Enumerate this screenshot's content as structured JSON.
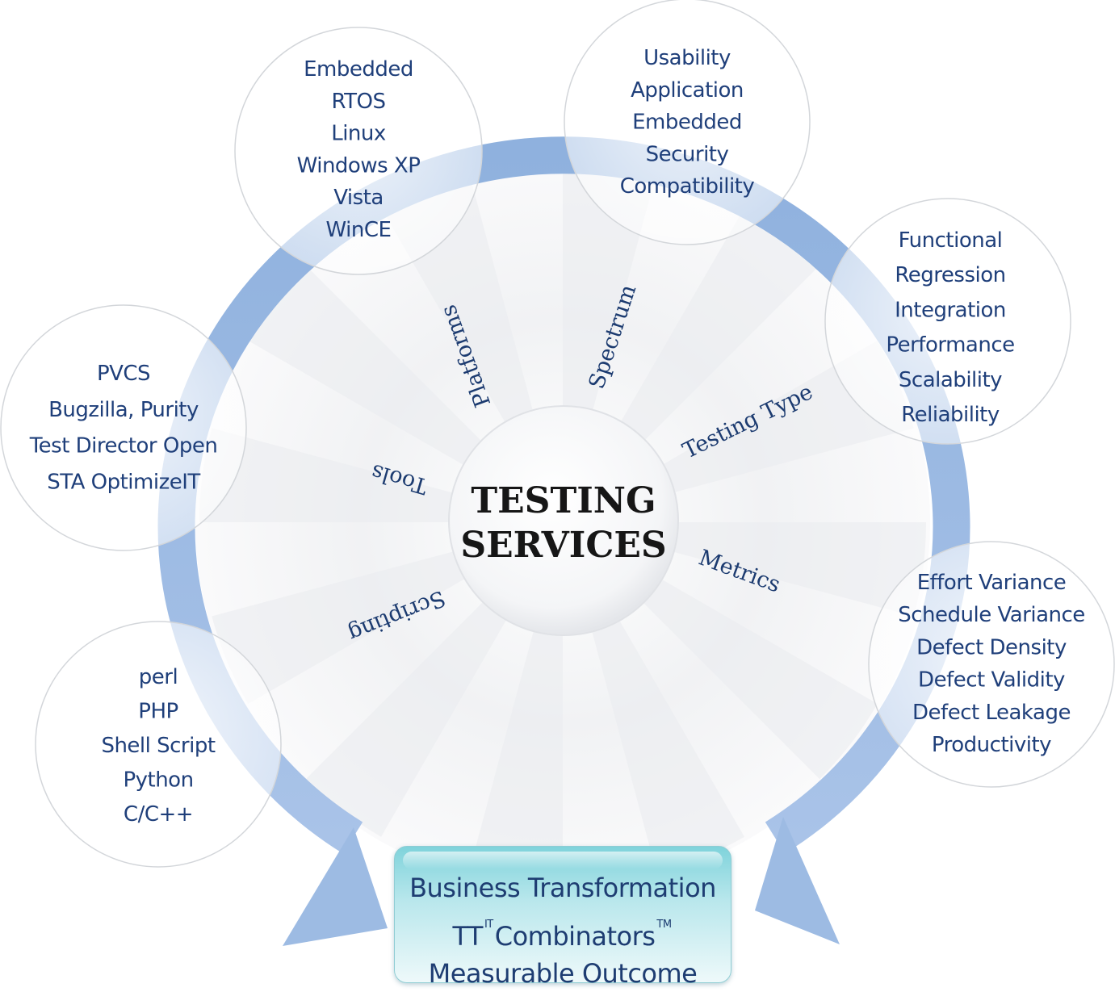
{
  "center": {
    "line1": "TESTING",
    "line2": "SERVICES"
  },
  "spokes": [
    {
      "label": "Platforms"
    },
    {
      "label": "Spectrum"
    },
    {
      "label": "Testing Type"
    },
    {
      "label": "Metrics"
    },
    {
      "label": "Tools"
    },
    {
      "label": "Scripting"
    }
  ],
  "bubbles": {
    "platforms": [
      "Embedded",
      "RTOS",
      "Linux",
      "Windows XP",
      "Vista",
      "WinCE"
    ],
    "spectrum": [
      "Usability",
      "Application",
      "Embedded",
      "Security",
      "Compatibility"
    ],
    "testing_type": [
      "Functional",
      "Regression",
      "Integration",
      "Performance",
      "Scalability",
      "Reliability"
    ],
    "metrics": [
      "Effort Variance",
      "Schedule Variance",
      "Defect Density",
      "Defect Validity",
      "Defect Leakage",
      "Productivity"
    ],
    "tools": [
      "PVCS",
      "Bugzilla, Purity",
      "Test Director Open",
      "STA OptimizeIT"
    ],
    "scripting": [
      "perl",
      "PHP",
      "Shell Script",
      "Python",
      "C/C++"
    ]
  },
  "outcome": {
    "line1": "Business Transformation",
    "line2_a": "TT",
    "line2_sup1": "IT",
    "line2_b": "Combinators",
    "line2_sup2": "TM",
    "line3": "Measurable Outcome"
  },
  "colors": {
    "arrow": "#9dbbe3",
    "text": "#1f3f7a",
    "outcome_box": "#9edbe1"
  }
}
